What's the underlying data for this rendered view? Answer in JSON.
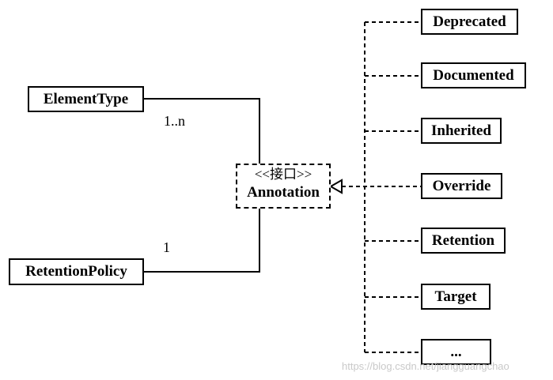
{
  "interface": {
    "stereotype": "<<接口>>",
    "name": "Annotation"
  },
  "associations": {
    "element_type": {
      "label": "ElementType",
      "multiplicity": "1..n"
    },
    "retention_policy": {
      "label": "RetentionPolicy",
      "multiplicity": "1"
    }
  },
  "implementations": [
    "Deprecated",
    "Documented",
    "Inherited",
    "Override",
    "Retention",
    "Target",
    "..."
  ],
  "watermark": "https://blog.csdn.net/jiangguangchao"
}
